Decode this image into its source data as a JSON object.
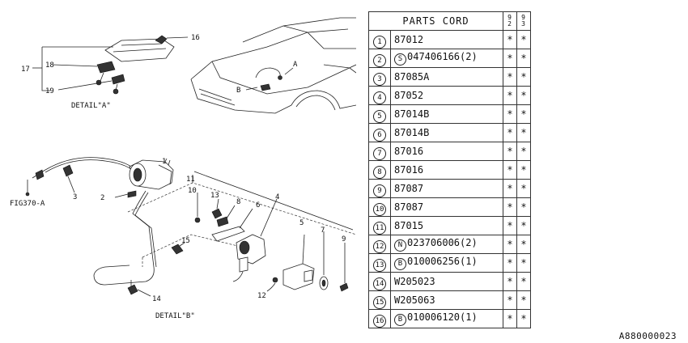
{
  "labels": {
    "detail_a": "DETAIL\"A\"",
    "detail_b": "DETAIL\"B\"",
    "fig_ref": "FIG370-A",
    "callout_a": "A",
    "callout_b": "B",
    "n1": "1",
    "n2": "2",
    "n3": "3",
    "n4": "4",
    "n5": "5",
    "n6": "6",
    "n7": "7",
    "n8": "8",
    "n9": "9",
    "n10": "10",
    "n11": "11",
    "n12": "12",
    "n13": "13",
    "n14": "14",
    "n15": "15",
    "n16": "16",
    "n17": "17",
    "n18": "18",
    "n19": "19"
  },
  "table": {
    "header": "PARTS CORD",
    "year_cols": [
      [
        "9",
        "2"
      ],
      [
        "9",
        "3"
      ]
    ],
    "rows": [
      {
        "no": "1",
        "prefix": "",
        "code": "87012",
        "m1": "*",
        "m2": "*"
      },
      {
        "no": "2",
        "prefix": "S",
        "code": "047406166(2)",
        "m1": "*",
        "m2": "*"
      },
      {
        "no": "3",
        "prefix": "",
        "code": "87085A",
        "m1": "*",
        "m2": "*"
      },
      {
        "no": "4",
        "prefix": "",
        "code": "87052",
        "m1": "*",
        "m2": "*"
      },
      {
        "no": "5",
        "prefix": "",
        "code": "87014B",
        "m1": "*",
        "m2": "*"
      },
      {
        "no": "6",
        "prefix": "",
        "code": "87014B",
        "m1": "*",
        "m2": "*"
      },
      {
        "no": "7",
        "prefix": "",
        "code": "87016",
        "m1": "*",
        "m2": "*"
      },
      {
        "no": "8",
        "prefix": "",
        "code": "87016",
        "m1": "*",
        "m2": "*"
      },
      {
        "no": "9",
        "prefix": "",
        "code": "87087",
        "m1": "*",
        "m2": "*"
      },
      {
        "no": "10",
        "prefix": "",
        "code": "87087",
        "m1": "*",
        "m2": "*"
      },
      {
        "no": "11",
        "prefix": "",
        "code": "87015",
        "m1": "*",
        "m2": "*"
      },
      {
        "no": "12",
        "prefix": "N",
        "code": "023706006(2)",
        "m1": "*",
        "m2": "*"
      },
      {
        "no": "13",
        "prefix": "B",
        "code": "010006256(1)",
        "m1": "*",
        "m2": "*"
      },
      {
        "no": "14",
        "prefix": "",
        "code": "W205023",
        "m1": "*",
        "m2": "*"
      },
      {
        "no": "15",
        "prefix": "",
        "code": "W205063",
        "m1": "*",
        "m2": "*"
      },
      {
        "no": "16",
        "prefix": "B",
        "code": "010006120(1)",
        "m1": "*",
        "m2": "*"
      }
    ]
  },
  "reference_code": "A880000023"
}
